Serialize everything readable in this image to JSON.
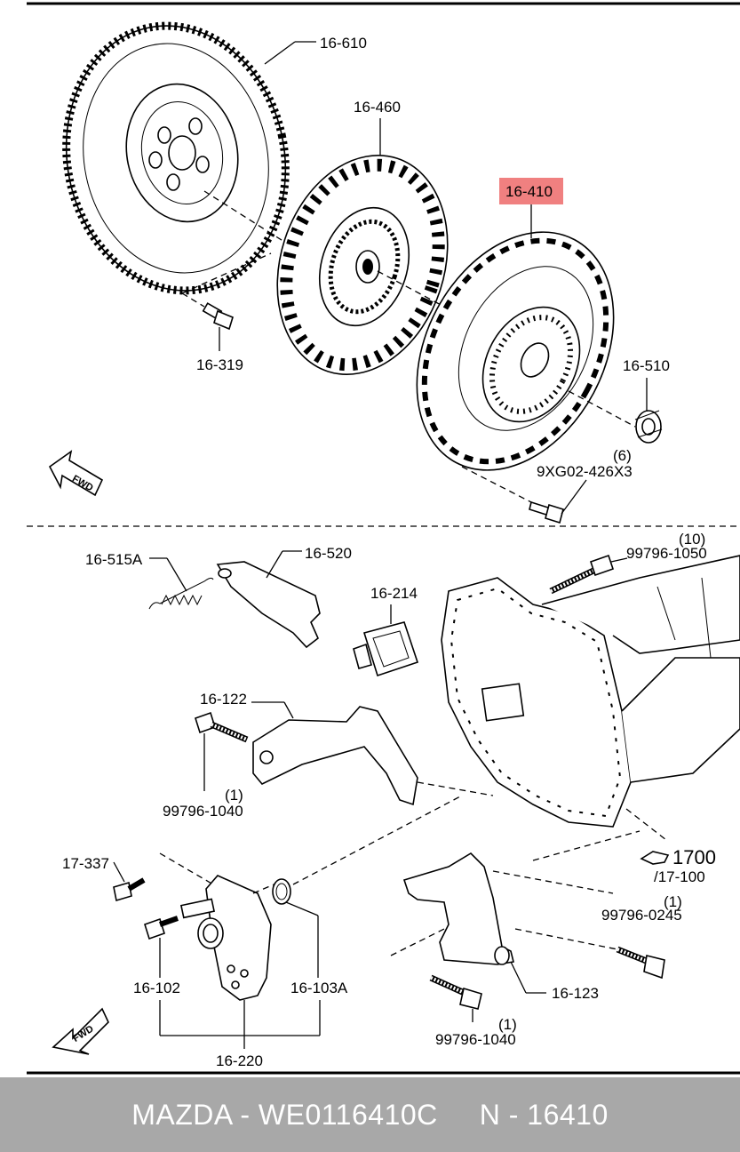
{
  "labels": {
    "p16_610": "16-610",
    "p16_460": "16-460",
    "p16_410": "16-410",
    "p16_319": "16-319",
    "p16_510": "16-510",
    "qty_6": "(6)",
    "p9xg02": "9XG02-426X3",
    "p16_515a": "16-515A",
    "p16_520": "16-520",
    "qty_10": "(10)",
    "p99796_1050": "99796-1050",
    "p16_214": "16-214",
    "p16_122": "16-122",
    "qty_1a": "(1)",
    "p99796_1040a": "99796-1040",
    "p1700": "1700",
    "p17_100": "/17-100",
    "p17_337": "17-337",
    "qty_1b": "(1)",
    "p99796_0245": "99796-0245",
    "p16_102": "16-102",
    "p16_103a": "16-103A",
    "p16_123": "16-123",
    "qty_1c": "(1)",
    "p99796_1040b": "99796-1040",
    "p16_220": "16-220",
    "fwd": "FWD"
  },
  "highlight_color": "#f08080",
  "footer_color": "#a8a8a8",
  "footer": {
    "text": "MAZDA - WE0116410C     N - 16410"
  }
}
